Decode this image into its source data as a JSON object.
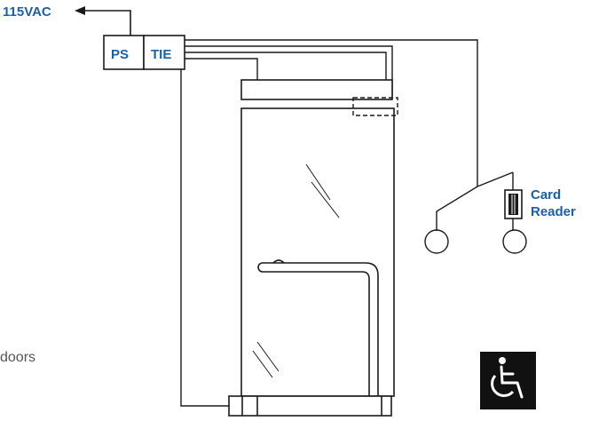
{
  "labels": {
    "supply": "115VAC",
    "ps": "PS",
    "tie": "TIE",
    "card_line1": "Card",
    "card_line2": "Reader",
    "side_text": "doors"
  },
  "colors": {
    "label_blue": "#1b5fa8",
    "line": "#1a1a1a",
    "box_fill": "#1b5fa8",
    "icon_bg": "#111111"
  },
  "icons": {
    "accessibility": "wheelchair-icon",
    "reader": "card-reader-icon"
  }
}
